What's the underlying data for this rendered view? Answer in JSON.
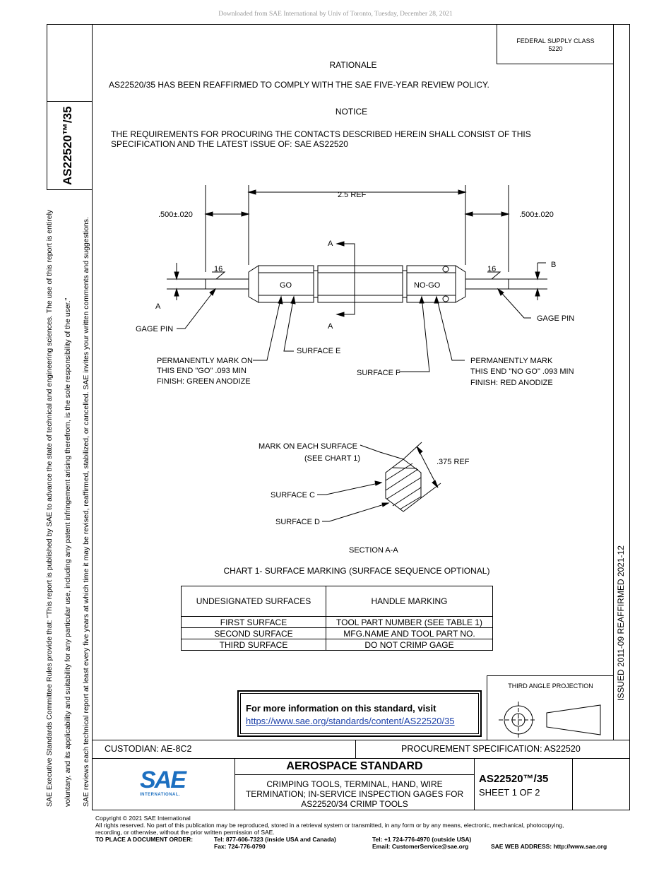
{
  "watermark": "Downloaded from SAE International by Univ of Toronto, Tuesday, December 28, 2021",
  "federal_supply": {
    "line1": "FEDERAL SUPPLY CLASS",
    "line2": "5220"
  },
  "doc_number_side": "AS22520™/35",
  "left_notice": {
    "line1": "SAE Executive Standards Committee Rules provide that: \"This report is published by SAE to advance the state of technical and engineering sciences. The use of this report is entirely",
    "line2": "voluntary, and its applicability and suitability for any particular use, including any patent infringement arising therefrom, is the sole responsibility of the user.\"",
    "line3": "SAE reviews each technical report at least every five years at which time it may be revised, reaffirmed, stabilized, or cancelled. SAE invites your written comments and suggestions."
  },
  "right_vertical": "ISSUED 2011-09    REAFFIRMED 2021-12",
  "rationale": {
    "heading": "RATIONALE",
    "text": "AS22520/35 HAS BEEN REAFFIRMED TO COMPLY WITH THE SAE FIVE-YEAR REVIEW POLICY."
  },
  "notice": {
    "heading": "NOTICE",
    "text1": "THE REQUIREMENTS FOR PROCURING THE CONTACTS DESCRIBED HEREIN SHALL CONSIST OF THIS",
    "text2": "SPECIFICATION AND THE LATEST ISSUE OF:  SAE AS22520"
  },
  "drawing": {
    "ref_top": "2.5 REF",
    "dim_left": ".500±.020",
    "dim_right": ".500±.020",
    "section_a": "A",
    "label_b": "B",
    "go": "GO",
    "nogo": "NO-GO",
    "sixteen": "16",
    "gage_pin": "GAGE PIN",
    "surface_e": "SURFACE E",
    "surface_f": "SURFACE F",
    "left_note": [
      "PERMANENTLY MARK ON",
      "THIS END \"GO\" .093 MIN",
      "FINISH: GREEN ANODIZE"
    ],
    "right_note": [
      "PERMANENTLY MARK",
      "THIS END \"NO GO\" .093 MIN",
      "FINISH: RED ANODIZE"
    ],
    "mark_each": [
      "MARK ON EACH SURFACE",
      "(SEE CHART 1)"
    ],
    "ref_375": ".375 REF",
    "surface_c": "SURFACE C",
    "surface_d": "SURFACE D",
    "section_title": "SECTION A-A"
  },
  "chart": {
    "title": "CHART 1- SURFACE MARKING (SURFACE SEQUENCE OPTIONAL)",
    "headers": [
      "UNDESIGNATED SURFACES",
      "HANDLE MARKING"
    ],
    "rows": [
      [
        "FIRST SURFACE",
        "TOOL PART NUMBER (SEE TABLE 1)"
      ],
      [
        "SECOND SURFACE",
        "MFG.NAME AND TOOL PART NO."
      ],
      [
        "THIRD SURFACE",
        "DO NOT CRIMP GAGE"
      ]
    ]
  },
  "third_angle": "THIRD ANGLE PROJECTION",
  "info_box": {
    "text": "For more information on this standard, visit",
    "link": "https://www.sae.org/standards/content/AS22520/35"
  },
  "custodian": "CUSTODIAN: AE-8C2",
  "procurement": "PROCUREMENT SPECIFICATION: AS22520",
  "logo": {
    "letters": "SAE",
    "sub": "INTERNATIONAL."
  },
  "title_block": {
    "heading": "AEROSPACE STANDARD",
    "line1": "CRIMPING TOOLS, TERMINAL, HAND, WIRE",
    "line2": "TERMINATION; IN-SERVICE INSPECTION GAGES FOR",
    "line3": "AS22520/34 CRIMP TOOLS",
    "doc": "AS22520™/35",
    "sheet": "SHEET 1 OF 2"
  },
  "footer": {
    "copyright": "Copyright © 2021 SAE International",
    "rights1": "All rights reserved. No part of this publication may be reproduced, stored in a retrieval system or transmitted, in any form or by any means, electronic, mechanical, photocopying,",
    "rights2": "recording, or otherwise, without the prior written permission of SAE.",
    "order_label": "TO PLACE A DOCUMENT ORDER:",
    "tel_us": "Tel: 877-606-7323 (inside USA and Canada)",
    "fax": "Fax: 724-776-0790",
    "tel_out": "Tel: +1 724-776-4970 (outside USA)",
    "email": "Email: CustomerService@sae.org",
    "web": "SAE WEB ADDRESS: http://www.sae.org"
  }
}
